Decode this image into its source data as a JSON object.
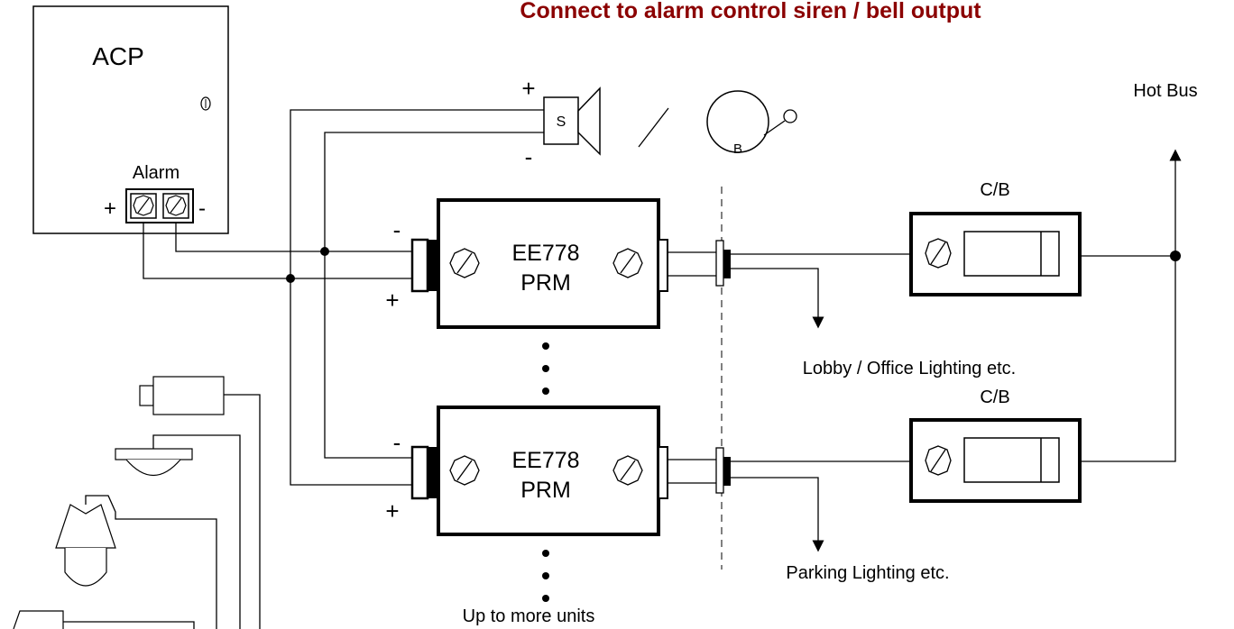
{
  "title": "Connect to alarm control siren / bell output",
  "acp": {
    "label": "ACP",
    "alarm_label": "Alarm",
    "plus": "+",
    "minus": "-"
  },
  "siren": {
    "label": "S",
    "plus": "+",
    "minus": "-"
  },
  "bell": {
    "label": "B"
  },
  "modules": [
    {
      "line1": "EE778",
      "line2": "PRM",
      "minus": "-",
      "plus": "+"
    },
    {
      "line1": "EE778",
      "line2": "PRM",
      "minus": "-",
      "plus": "+"
    }
  ],
  "breakers": [
    {
      "label": "C/B"
    },
    {
      "label": "C/B"
    }
  ],
  "hot_bus": "Hot Bus",
  "loads": [
    "Lobby / Office Lighting etc.",
    "Parking Lighting etc."
  ],
  "more_units": "Up to more units"
}
